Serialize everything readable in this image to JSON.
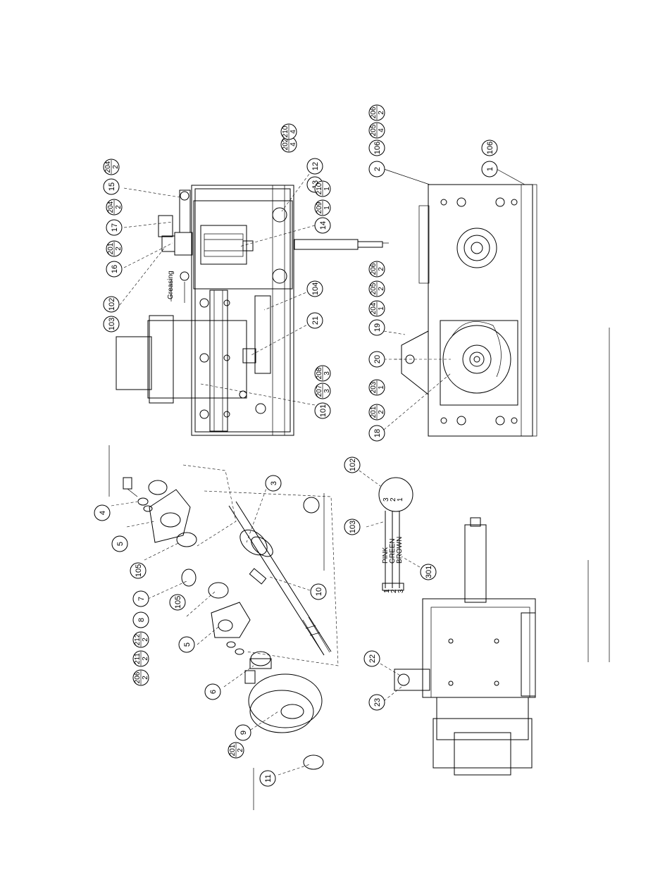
{
  "greasing_label": "Greasing",
  "wire_colors": [
    "PINK",
    "GREEN",
    "BROWN"
  ],
  "wire_numbers": [
    "1",
    "2",
    "3"
  ],
  "plug_pins": [
    "3",
    "2",
    "1"
  ],
  "balloons": [
    {
      "label": "4"
    },
    {
      "label": "5"
    },
    {
      "label": "105"
    },
    {
      "label": "7"
    },
    {
      "label": "8"
    },
    {
      "label": "212",
      "qty": "2"
    },
    {
      "label": "211",
      "qty": "2"
    },
    {
      "label": "206",
      "qty": "2"
    },
    {
      "label": "105"
    },
    {
      "label": "5"
    },
    {
      "label": "6"
    },
    {
      "label": "9"
    },
    {
      "label": "201",
      "qty": "2"
    },
    {
      "label": "11"
    },
    {
      "label": "3"
    },
    {
      "label": "10"
    },
    {
      "label": "102"
    },
    {
      "label": "103"
    },
    {
      "label": "301"
    },
    {
      "label": "22"
    },
    {
      "label": "23"
    },
    {
      "label": "103"
    },
    {
      "label": "102"
    },
    {
      "label": "16"
    },
    {
      "label": "201",
      "qty": "2"
    },
    {
      "label": "17"
    },
    {
      "label": "204",
      "qty": "2"
    },
    {
      "label": "15"
    },
    {
      "label": "204",
      "qty": "2"
    },
    {
      "label": "12"
    },
    {
      "label": "202",
      "qty": "4"
    },
    {
      "label": "210",
      "qty": "4"
    },
    {
      "label": "13"
    },
    {
      "label": "14"
    },
    {
      "label": "209",
      "qty": "1"
    },
    {
      "label": "210",
      "qty": "1"
    },
    {
      "label": "104"
    },
    {
      "label": "21"
    },
    {
      "label": "101"
    },
    {
      "label": "207",
      "qty": "3"
    },
    {
      "label": "208",
      "qty": "3"
    },
    {
      "label": "2"
    },
    {
      "label": "106"
    },
    {
      "label": "205",
      "qty": "4"
    },
    {
      "label": "206",
      "qty": "2"
    },
    {
      "label": "1"
    },
    {
      "label": "106"
    },
    {
      "label": "206",
      "qty": "2"
    },
    {
      "label": "205",
      "qty": "2"
    },
    {
      "label": "204",
      "qty": "1"
    },
    {
      "label": "19"
    },
    {
      "label": "20"
    },
    {
      "label": "203",
      "qty": "1"
    },
    {
      "label": "201",
      "qty": "2"
    },
    {
      "label": "18"
    }
  ]
}
